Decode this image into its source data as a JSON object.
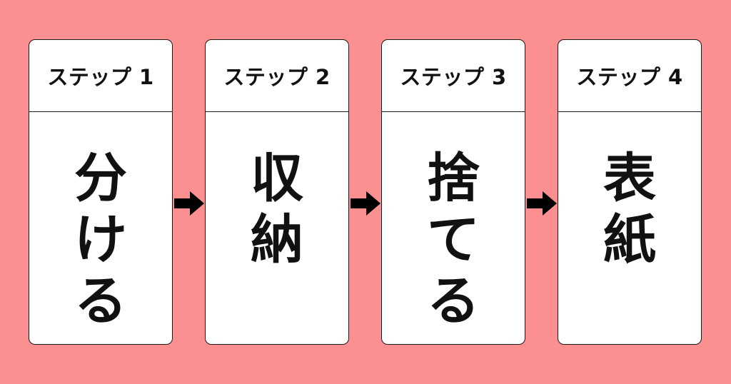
{
  "background_color": "#fc8f8f",
  "steps": [
    {
      "label": "ステップ 1",
      "text": "分ける"
    },
    {
      "label": "ステップ 2",
      "text": "収納"
    },
    {
      "label": "ステップ 3",
      "text": "捨てる"
    },
    {
      "label": "ステップ 4",
      "text": "表紙"
    }
  ],
  "arrow_color": "#000000",
  "card_color": "#ffffff"
}
